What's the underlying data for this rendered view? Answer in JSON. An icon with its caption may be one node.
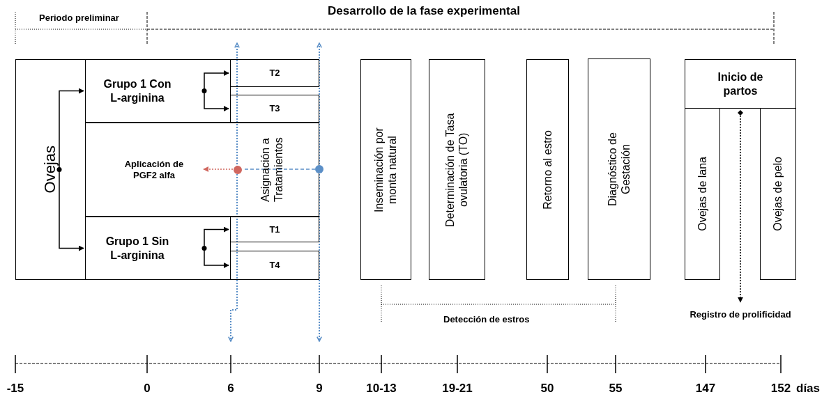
{
  "diagram": {
    "nodes": [
      {
        "text": [
          "Ovejas"
        ]
      },
      {
        "text": [
          "Grupo 1 Con L-arginina"
        ]
      },
      {
        "text": [
          "T2"
        ]
      },
      {
        "text": [
          "T3"
        ]
      },
      {
        "text": [
          "Asignación a Tratamientos"
        ]
      },
      {
        "text": [
          "Aplicación de PGF2 alfa"
        ],
        "in": 4
      },
      {
        "text": [],
        "shape": "circle",
        "in": 4
      },
      {
        "text": [],
        "shape": "circle"
      },
      {
        "text": [
          "Grupo 1 Sin L-arginina"
        ]
      },
      {
        "text": [
          "T1"
        ]
      },
      {
        "text": [
          "T4"
        ]
      },
      {
        "text": [
          "Inseminación por monta natural"
        ]
      },
      {
        "text": [
          "Determinación de Tasa ovulatoria (TO)"
        ]
      },
      {
        "text": [
          "Retorno al estro"
        ]
      },
      {
        "text": [
          "Diagnóstico de Gestación"
        ]
      },
      {
        "text": [
          "Inicio de partos"
        ]
      },
      {
        "text": [
          "Ovejas de lana"
        ]
      },
      {
        "text": [
          "Ovejas de pelo"
        ]
      },
      {
        "text": [
          "Registro de prolificidad"
        ]
      }
    ],
    "edges": [
      {
        "from": 0,
        "to": 1,
        "arrow": "to"
      },
      {
        "from": 0,
        "to": 8,
        "arrow": "to"
      },
      {
        "from": 1,
        "to": 2,
        "arrow": "to"
      },
      {
        "from": 1,
        "to": 3,
        "arrow": "to"
      },
      {
        "from": 8,
        "to": 9,
        "arrow": "to"
      },
      {
        "from": 8,
        "to": 10,
        "arrow": "to"
      },
      {
        "from": 7,
        "to": 6,
        "arrow": "none",
        "style": "dashed",
        "color": "#5b8fc7"
      },
      {
        "from": 6,
        "to": 5,
        "arrow": "to",
        "style": "dashed",
        "color": "#d0675f"
      },
      {
        "from": 15,
        "to": 18,
        "arrow": "to",
        "style": "dashed"
      }
    ],
    "labels": [
      "Periodo preliminar",
      "Desarrollo de la fase experimental",
      "Detección de estros",
      "-15",
      "0",
      "6",
      "9",
      "10-13",
      "19-21",
      "50",
      "55",
      "147",
      "152",
      "días"
    ]
  }
}
